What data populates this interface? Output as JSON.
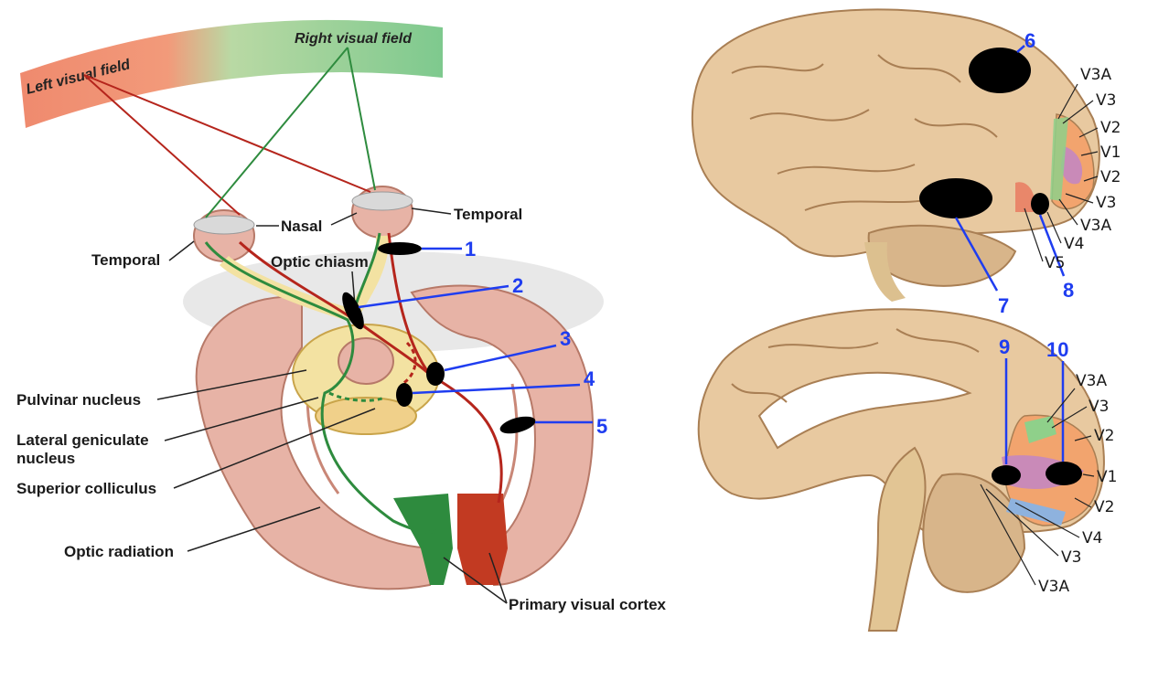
{
  "fields": {
    "left": "Left visual field",
    "right": "Right visual field"
  },
  "pathway_labels": {
    "nasal": "Nasal",
    "temporal_right": "Temporal",
    "temporal_left": "Temporal",
    "optic_chiasm": "Optic chiasm",
    "pulvinar": "Pulvinar nucleus",
    "lgn_line1": "Lateral geniculate",
    "lgn_line2": "nucleus",
    "superior_colliculus": "Superior colliculus",
    "optic_radiation": "Optic radiation",
    "primary_visual_cortex": "Primary visual cortex"
  },
  "lesion_numbers": [
    "1",
    "2",
    "3",
    "4",
    "5",
    "6",
    "7",
    "8",
    "9",
    "10"
  ],
  "lateral_areas": [
    "V3A",
    "V3",
    "V2",
    "V1",
    "V2",
    "V3",
    "V3A",
    "V4",
    "V5"
  ],
  "medial_areas": [
    "V3A",
    "V3",
    "V2",
    "V1",
    "V2",
    "V4",
    "V3",
    "V3A"
  ],
  "colors": {
    "lesion_label": "#1f3df0",
    "left_field": "#ef8a6e",
    "right_field": "#7ec98e",
    "red_pathway": "#b5251c",
    "green_pathway": "#2e8b3e",
    "brain": "#e8c9a0",
    "cortex_section": "#e7b3a6"
  }
}
